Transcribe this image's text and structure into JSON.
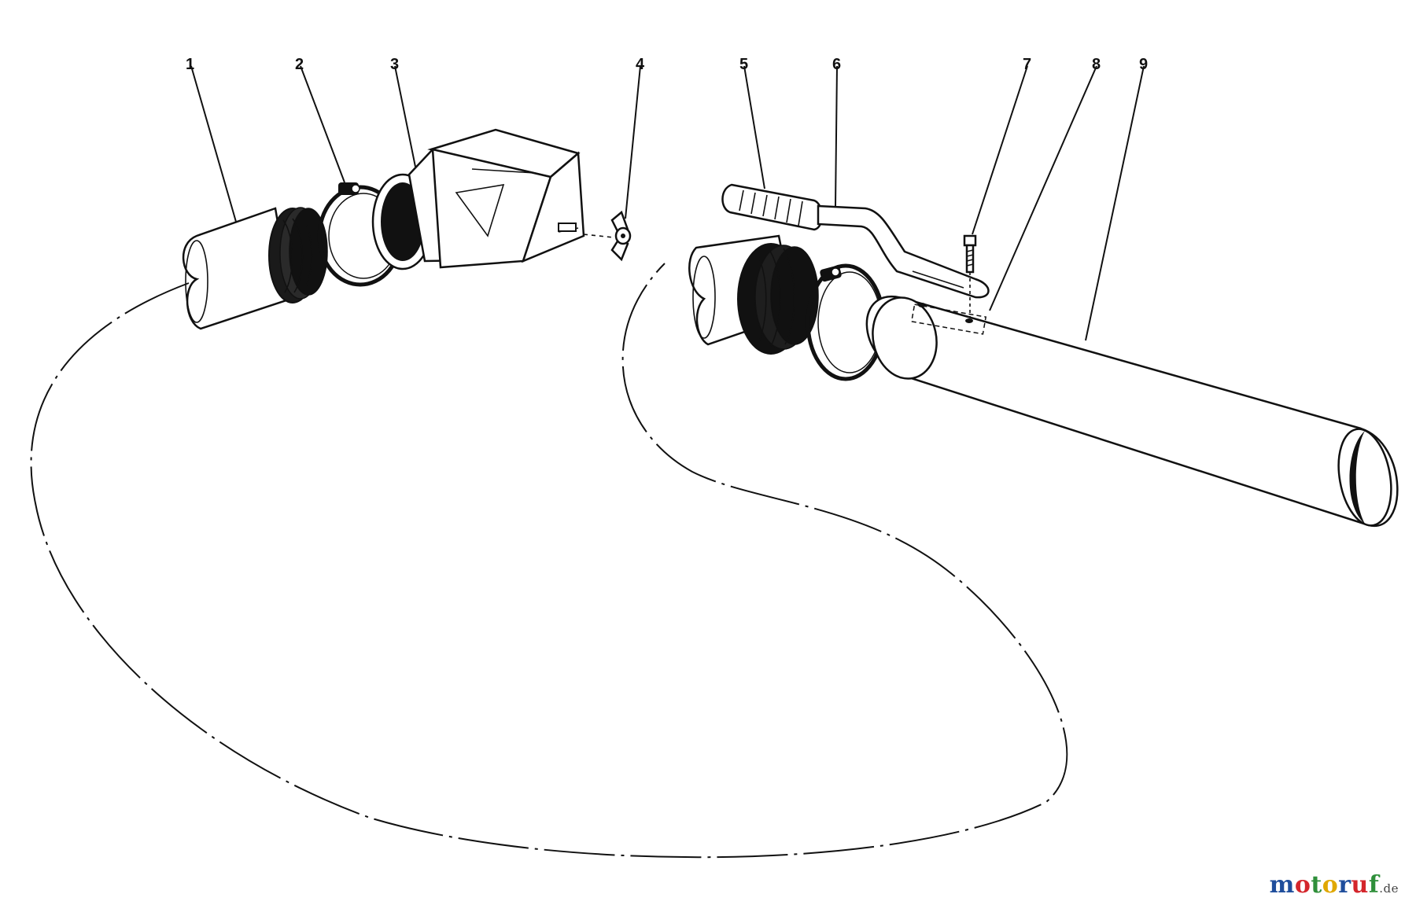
{
  "diagram": {
    "callouts": [
      "1",
      "2",
      "3",
      "4",
      "5",
      "6",
      "7",
      "8",
      "9"
    ]
  },
  "watermark": {
    "letters": [
      {
        "ch": "m",
        "color": "#1f4e9c"
      },
      {
        "ch": "o",
        "color": "#d4262c"
      },
      {
        "ch": "t",
        "color": "#2f8f3a"
      },
      {
        "ch": "o",
        "color": "#e0a800"
      },
      {
        "ch": "r",
        "color": "#1f4e9c"
      },
      {
        "ch": "u",
        "color": "#d4262c"
      },
      {
        "ch": "f",
        "color": "#2f8f3a"
      }
    ],
    "suffix": ".de"
  }
}
